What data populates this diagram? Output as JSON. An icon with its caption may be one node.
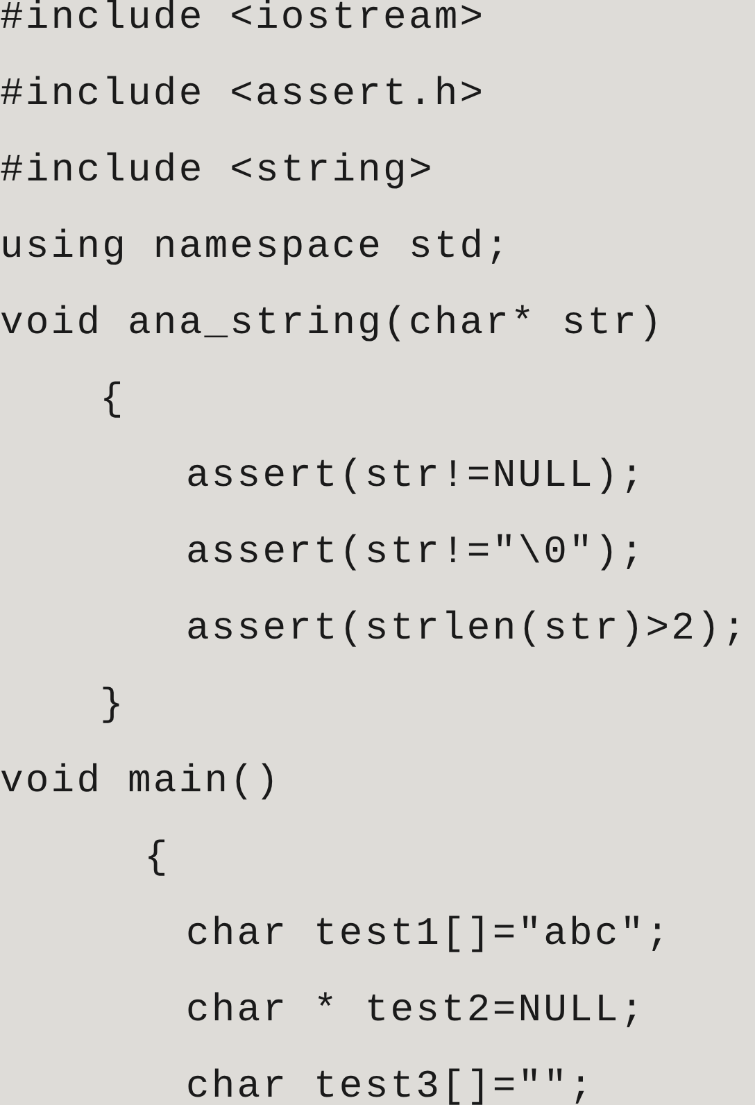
{
  "diagram": {
    "labels": [
      "#include <iostream>",
      "#include <assert.h>",
      "#include <string>",
      "using namespace std;",
      "void ana_string(char* str)",
      "{",
      "assert(str!=NULL);",
      "assert(str!=\"\\0\");",
      "assert(strlen(str)>2);",
      "}",
      "void main()",
      "{",
      "char test1[]=\"abc\";",
      "char * test2=NULL;",
      "char test3[]=\"\";"
    ]
  }
}
